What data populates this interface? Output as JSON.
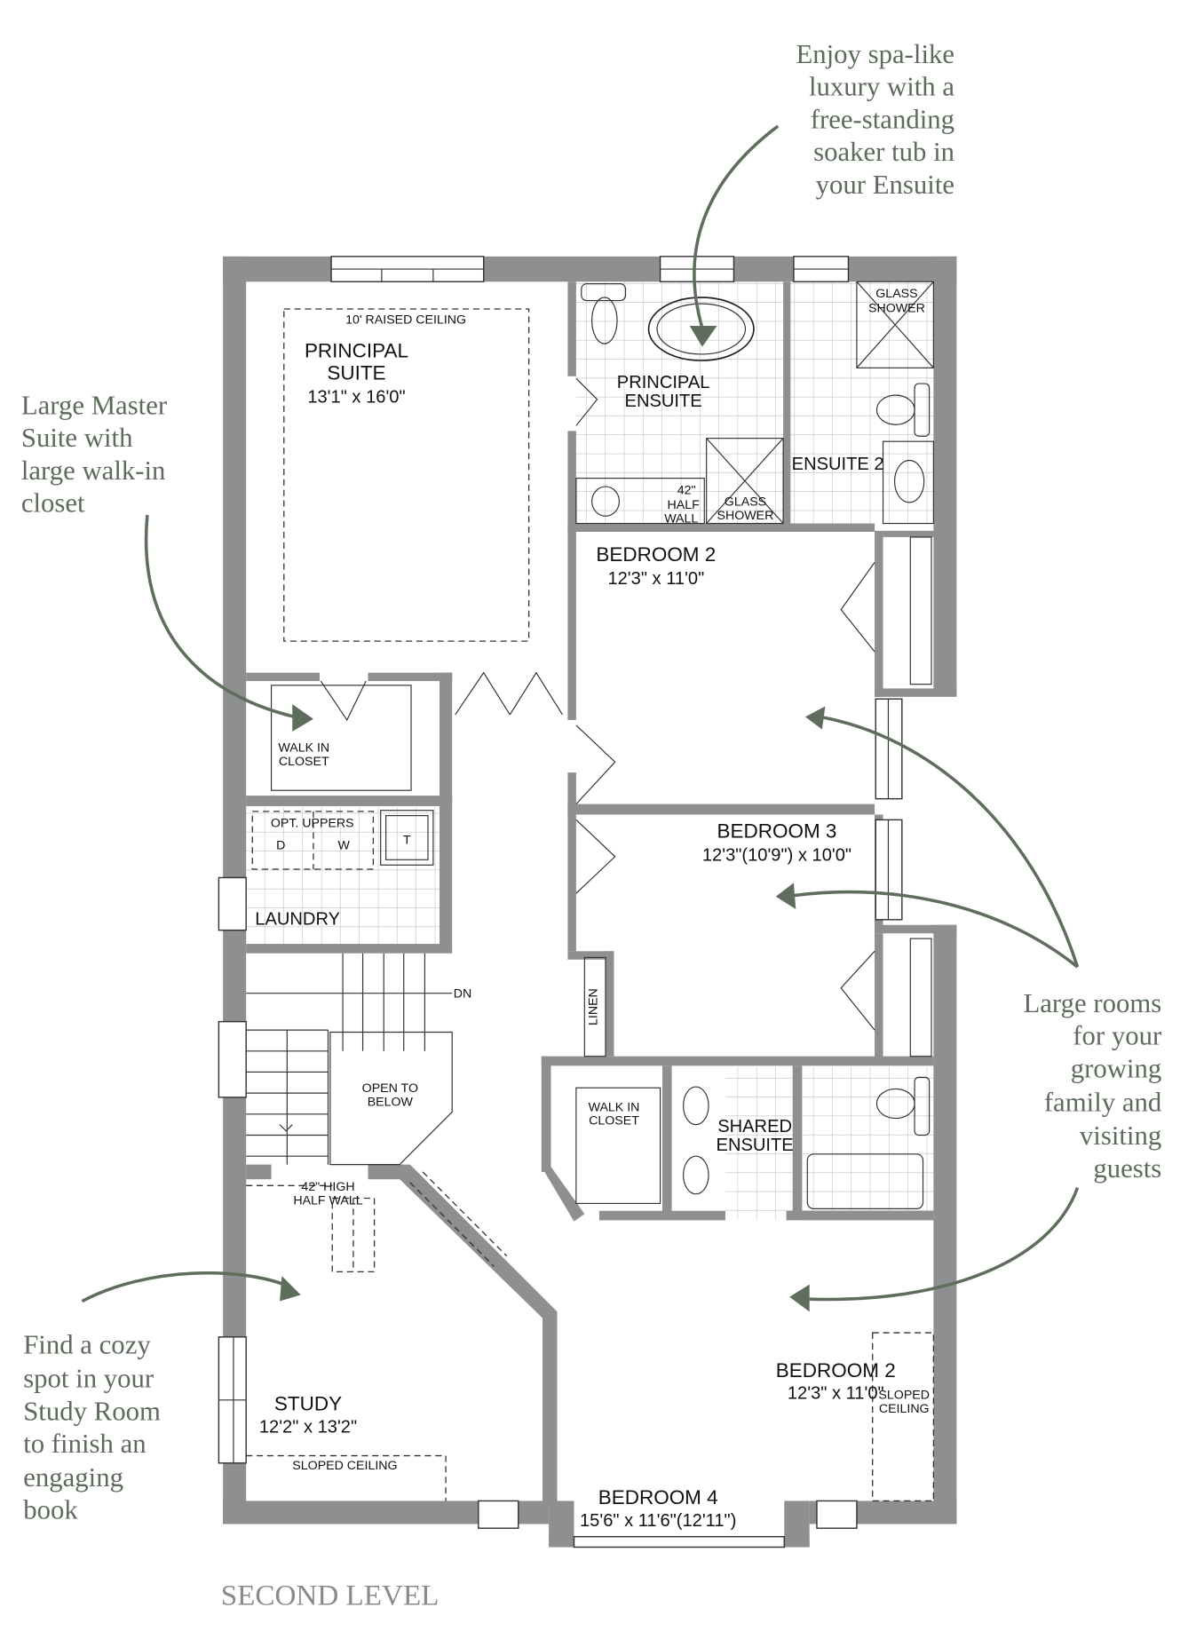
{
  "plan_title": "SECOND LEVEL",
  "colors": {
    "wall": "#8e8f91",
    "annotation": "#5d6b5b"
  },
  "rooms": {
    "principal_suite": {
      "name_1": "PRINCIPAL",
      "name_2": "SUITE",
      "dims": "13'1\" x 16'0\"",
      "note": "10' RAISED CEILING"
    },
    "principal_ensuite": {
      "name_1": "PRINCIPAL",
      "name_2": "ENSUITE",
      "half_wall_1": "42\"",
      "half_wall_2": "HALF",
      "half_wall_3": "WALL",
      "shower_1": "GLASS",
      "shower_2": "SHOWER"
    },
    "ensuite_2": {
      "name": "ENSUITE 2",
      "shower_1": "GLASS",
      "shower_2": "SHOWER"
    },
    "bedroom_2_top": {
      "name": "BEDROOM 2",
      "dims": "12'3\" x 11'0\""
    },
    "bedroom_3": {
      "name": "BEDROOM 3",
      "dims": "12'3\"(10'9\") x 10'0\""
    },
    "walk_in_closet": {
      "name_1": "WALK IN",
      "name_2": "CLOSET"
    },
    "laundry": {
      "name": "LAUNDRY",
      "opt_uppers": "OPT. UPPERS",
      "dryer": "D",
      "washer": "W",
      "tub": "T"
    },
    "stairs": {
      "dn": "DN",
      "open_1": "OPEN TO",
      "open_2": "BELOW",
      "half_wall_1": "42\" HIGH",
      "half_wall_2": "HALF WALL"
    },
    "linen": {
      "name": "LINEN"
    },
    "walk_in_closet_2": {
      "name_1": "WALK IN",
      "name_2": "CLOSET"
    },
    "shared_ensuite": {
      "name_1": "SHARED",
      "name_2": "ENSUITE"
    },
    "study": {
      "name": "STUDY",
      "dims": "12'2\" x 13'2\"",
      "note": "SLOPED CEILING"
    },
    "bedroom_2_bottom": {
      "name": "BEDROOM 2",
      "dims": "12'3\" x 11'0\"",
      "note_1": "SLOPED",
      "note_2": "CEILING"
    },
    "bedroom_4": {
      "name": "BEDROOM 4",
      "dims": "15'6\" x 11'6\"(12'11\")"
    }
  },
  "annotations": {
    "spa": [
      "Enjoy spa-like",
      "luxury with a",
      "free-standing",
      "soaker tub in",
      "your Ensuite"
    ],
    "master": [
      "Large Master",
      "Suite with",
      "large walk-in",
      "closet"
    ],
    "rooms": [
      "Large rooms",
      "for your",
      "growing",
      "family and",
      "visiting",
      "guests"
    ],
    "study": [
      "Find a cozy",
      "spot  in your",
      "Study Room",
      "to finish an",
      "engaging",
      "book"
    ]
  }
}
